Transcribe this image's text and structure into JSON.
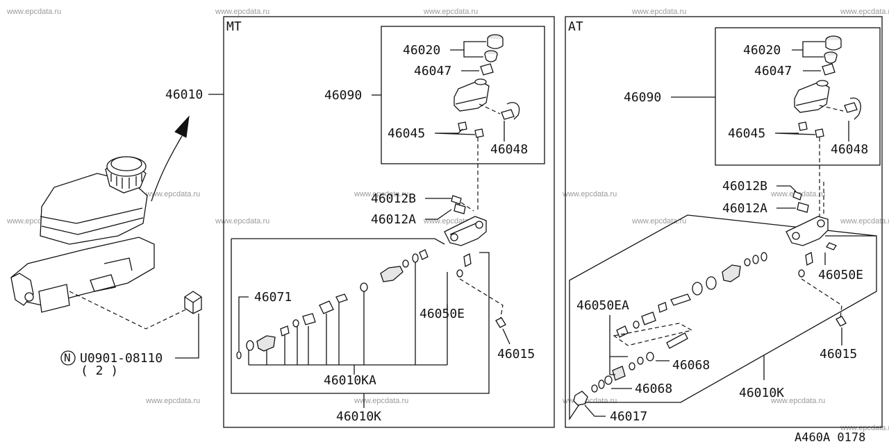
{
  "watermark": "www.epcdata.ru",
  "diagram_code": "A460A 0178",
  "left": {
    "assembly_part": "46010",
    "fastener_symbol": "N",
    "fastener_part": "U0901-08110",
    "fastener_qty": "( 2 )"
  },
  "mt": {
    "heading": "MT",
    "reservoir": {
      "cap": "46020",
      "filter": "46047",
      "tank": "46090",
      "grommet": "46045",
      "sensor": "46048"
    },
    "plug_b": "46012B",
    "plug_a": "46012A",
    "seal": "46071",
    "valve": "46050E",
    "bolt": "46015",
    "kit": "46010KA",
    "assembly": "46010K"
  },
  "at": {
    "heading": "AT",
    "reservoir": {
      "cap": "46020",
      "filter": "46047",
      "tank": "46090",
      "grommet": "46045",
      "sensor": "46048"
    },
    "plug_b": "46012B",
    "plug_a": "46012A",
    "valve": "46050E",
    "valve_kit": "46050EA",
    "spring_a": "46068",
    "spring_b": "46068",
    "bolt": "46015",
    "assembly": "46010K",
    "cap_seal": "46017"
  }
}
